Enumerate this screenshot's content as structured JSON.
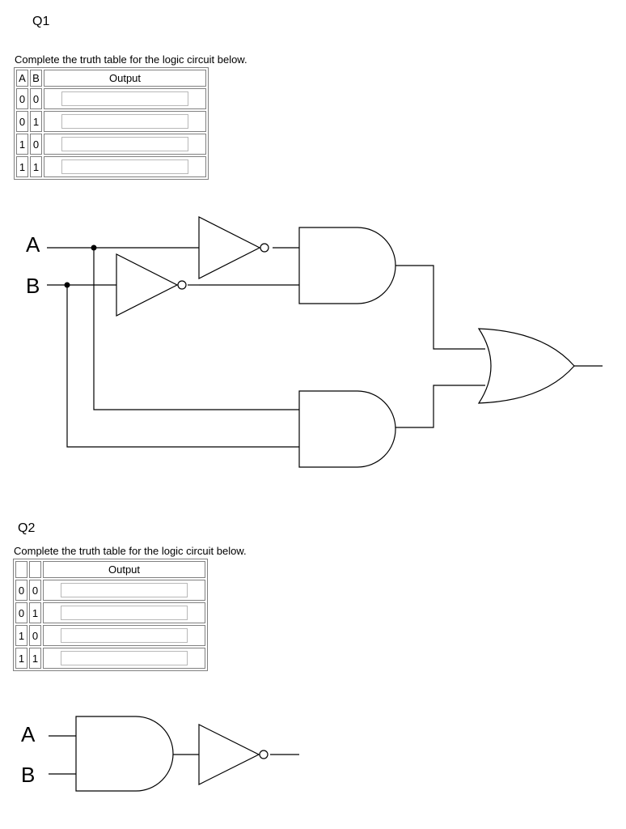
{
  "q1": {
    "title": "Q1",
    "instruction": "Complete the truth table for the  logic circuit below.",
    "table": {
      "header": {
        "a": "A",
        "b": "B",
        "output": "Output"
      },
      "rows": [
        {
          "a": "0",
          "b": "0",
          "output": ""
        },
        {
          "a": "0",
          "b": "1",
          "output": ""
        },
        {
          "a": "1",
          "b": "0",
          "output": ""
        },
        {
          "a": "1",
          "b": "1",
          "output": ""
        }
      ]
    },
    "circuit": {
      "input_a": "A",
      "input_b": "B"
    }
  },
  "q2": {
    "title": "Q2",
    "instruction": "Complete the truth table for the  logic circuit below.",
    "table": {
      "header": {
        "a": "",
        "b": "",
        "output": "Output"
      },
      "rows": [
        {
          "a": "0",
          "b": "0",
          "output": ""
        },
        {
          "a": "0",
          "b": "1",
          "output": ""
        },
        {
          "a": "1",
          "b": "0",
          "output": ""
        },
        {
          "a": "1",
          "b": "1",
          "output": ""
        }
      ]
    },
    "circuit": {
      "input_a": "A",
      "input_b": "B"
    }
  }
}
